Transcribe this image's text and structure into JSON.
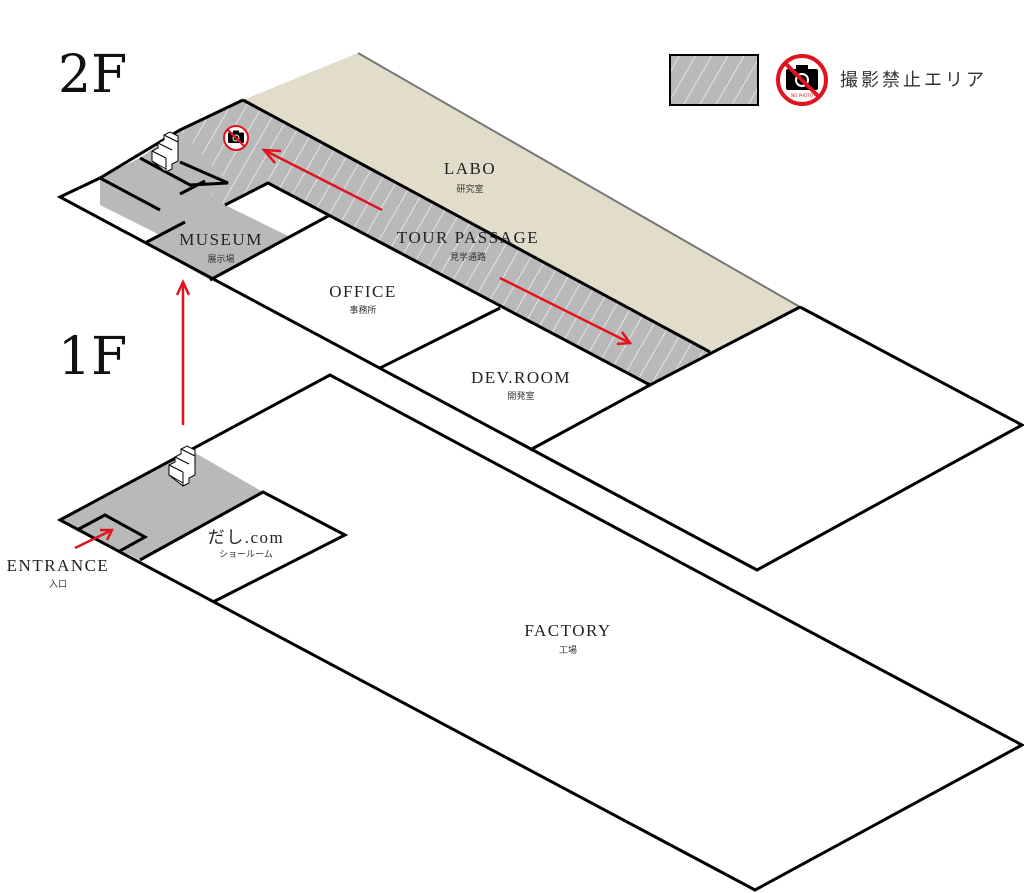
{
  "floors": {
    "second": "2F",
    "first": "1F"
  },
  "legend": {
    "hatch_label": "撮影禁止エリア",
    "no_photo_text": "NO PHOTO",
    "hatch_color": "#b9b9b9",
    "no_photo_color": "#e0141e"
  },
  "rooms_2f": {
    "labo": {
      "en": "LABO",
      "ja": "研究室"
    },
    "tour_passage": {
      "en": "TOUR PASSAGE",
      "ja": "見学通路"
    },
    "museum": {
      "en": "MUSEUM",
      "ja": "展示場"
    },
    "office": {
      "en": "OFFICE",
      "ja": "事務所"
    },
    "dev_room": {
      "en": "DEV.ROOM",
      "ja": "開発室"
    }
  },
  "rooms_1f": {
    "entrance": {
      "en": "ENTRANCE",
      "ja": "入口"
    },
    "showroom": {
      "en": "だし.com",
      "ja": "ショールーム"
    },
    "factory": {
      "en": "FACTORY",
      "ja": "工場"
    }
  },
  "colors": {
    "labo": "#e2dccb",
    "common": "#b9b9b9",
    "arrow": "#e0141e"
  }
}
